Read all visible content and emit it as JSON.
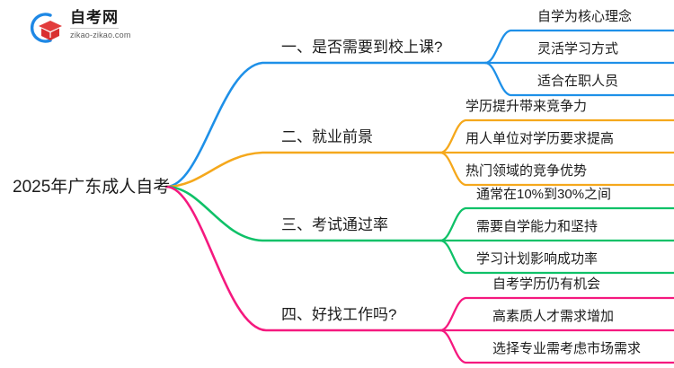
{
  "logo": {
    "name": "zikao-logo",
    "title": "自考网",
    "subtitle": "zikao-zikao.com",
    "mark_icon": "graduation-cap-icon",
    "arc_color": "#1E88E5",
    "cap_color": "#E23B3B"
  },
  "mindmap": {
    "root": {
      "label": "2025年广东成人自考"
    },
    "branches": [
      {
        "label": "一、是否需要到校上课?",
        "color": "#1E90E8",
        "leaves": [
          {
            "label": "自学为核心理念"
          },
          {
            "label": "灵活学习方式"
          },
          {
            "label": "适合在职人员"
          }
        ]
      },
      {
        "label": "二、就业前景",
        "color": "#F5A81C",
        "leaves": [
          {
            "label": "学历提升带来竞争力"
          },
          {
            "label": "用人单位对学历要求提高"
          },
          {
            "label": "热门领域的竞争优势"
          }
        ]
      },
      {
        "label": "三、考试通过率",
        "color": "#0FC168",
        "leaves": [
          {
            "label": "通常在10%到30%之间"
          },
          {
            "label": "需要自学能力和坚持"
          },
          {
            "label": "学习计划影响成功率"
          }
        ]
      },
      {
        "label": "四、好找工作吗?",
        "color": "#F5197F",
        "leaves": [
          {
            "label": "自考学历仍有机会"
          },
          {
            "label": "高素质人才需求增加"
          },
          {
            "label": "选择专业需考虑市场需求"
          }
        ]
      }
    ]
  }
}
